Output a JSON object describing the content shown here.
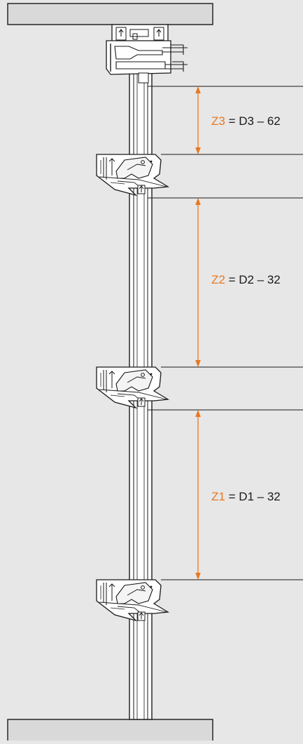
{
  "colors": {
    "background": "#e7e7e7",
    "accent": "#e87722",
    "line": "#1a1a1a",
    "slab": "#d9d9d9"
  },
  "dimensions": [
    {
      "zone": "Z3",
      "formula": " = D3 – 62"
    },
    {
      "zone": "Z2",
      "formula": " = D2 – 32"
    },
    {
      "zone": "Z1",
      "formula": " = D1 – 32"
    }
  ],
  "components": {
    "top_slab_icon": "ceiling-slab",
    "bottom_slab_icon": "floor-slab",
    "post_icon": "vertical-profile",
    "top_clamp_icon": "top-clamp",
    "bracket_icon": "bracket",
    "arrow_icon": "up-arrow-icon"
  }
}
